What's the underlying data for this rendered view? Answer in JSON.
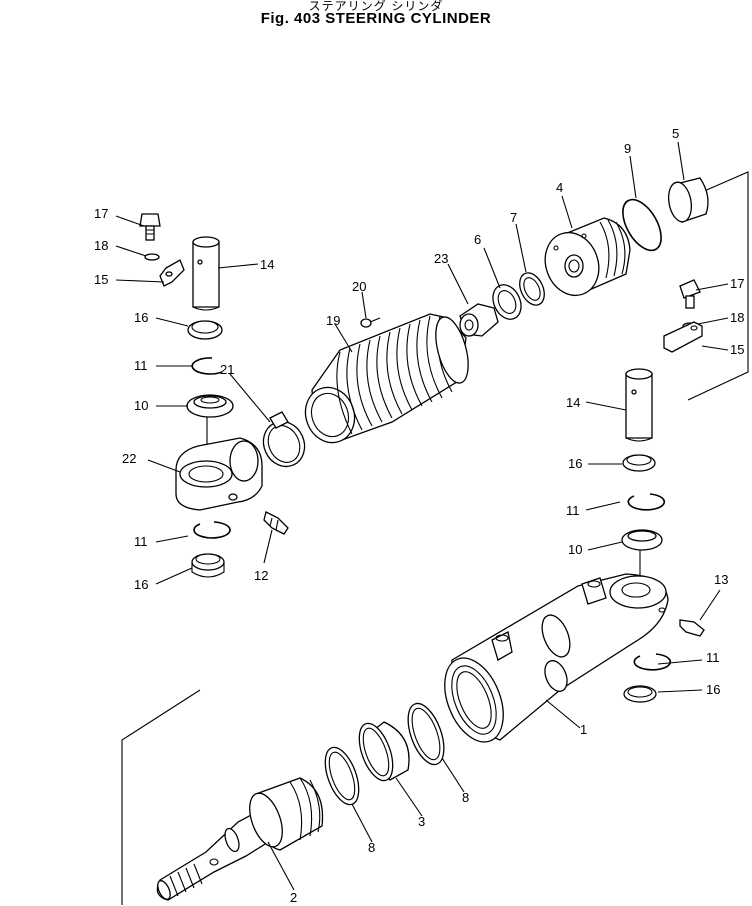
{
  "figure": {
    "title_jp": "ステアリング シリンダ",
    "title": "Fig. 403 STEERING CYLINDER"
  },
  "callouts": {
    "n1": "1",
    "n2": "2",
    "n3": "3",
    "n4": "4",
    "n5": "5",
    "n6": "6",
    "n7": "7",
    "n8": "8",
    "n9": "9",
    "n10": "10",
    "n11": "11",
    "n12": "12",
    "n13": "13",
    "n14": "14",
    "n15": "15",
    "n16": "16",
    "n17": "17",
    "n18": "18",
    "n19": "19",
    "n20": "20",
    "n21": "21",
    "n22": "22",
    "n23": "23"
  }
}
